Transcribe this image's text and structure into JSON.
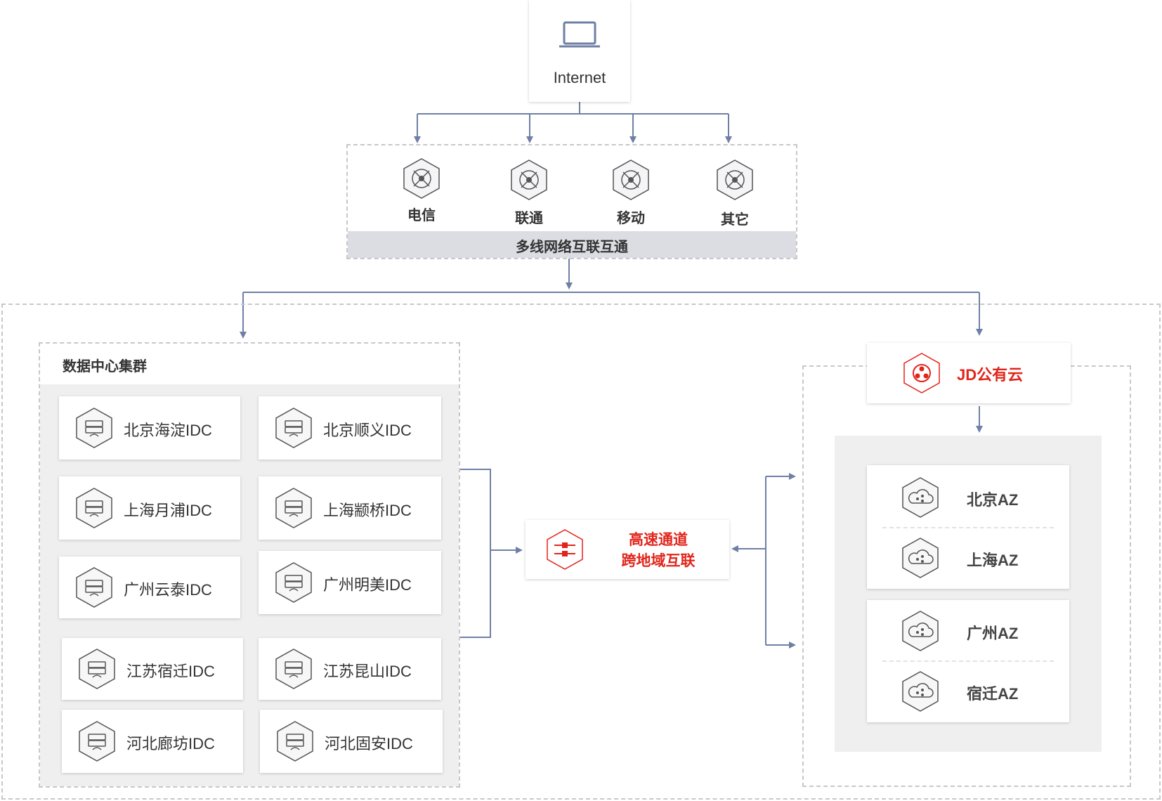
{
  "internet": {
    "label": "Internet",
    "icon": "laptop-icon"
  },
  "isps": {
    "items": [
      {
        "label": "电信",
        "icon": "network-hub-icon"
      },
      {
        "label": "联通",
        "icon": "network-hub-icon"
      },
      {
        "label": "移动",
        "icon": "network-hub-icon"
      },
      {
        "label": "其它",
        "icon": "network-hub-icon"
      }
    ],
    "footer": "多线网络互联互通"
  },
  "dc_cluster": {
    "title": "数据中心集群",
    "idcs": [
      {
        "label": "北京海淀IDC",
        "icon": "server-icon"
      },
      {
        "label": "北京顺义IDC",
        "icon": "server-icon"
      },
      {
        "label": "上海月浦IDC",
        "icon": "server-icon"
      },
      {
        "label": "上海颛桥IDC",
        "icon": "server-icon"
      },
      {
        "label": "广州云泰IDC",
        "icon": "server-icon"
      },
      {
        "label": "广州明美IDC",
        "icon": "server-icon"
      },
      {
        "label": "江苏宿迁IDC",
        "icon": "server-icon"
      },
      {
        "label": "江苏昆山IDC",
        "icon": "server-icon"
      },
      {
        "label": "河北廊坊IDC",
        "icon": "server-icon"
      },
      {
        "label": "河北固安IDC",
        "icon": "server-icon"
      }
    ]
  },
  "channel": {
    "line1": "高速通道",
    "line2": "跨地域互联",
    "icon": "switch-icon",
    "color": "#e1251b"
  },
  "jd_cloud": {
    "label": "JD公有云",
    "icon": "cloud-hub-icon",
    "color": "#e1251b",
    "zones": [
      {
        "label": "北京AZ",
        "icon": "cloud-share-icon"
      },
      {
        "label": "上海AZ",
        "icon": "cloud-share-icon"
      },
      {
        "label": "广州AZ",
        "icon": "cloud-share-icon"
      },
      {
        "label": "宿迁AZ",
        "icon": "cloud-share-icon"
      }
    ]
  },
  "colors": {
    "connector": "#6f7fa5",
    "border": "#c8c8c8",
    "panel": "#efefef",
    "accent": "#e1251b"
  }
}
